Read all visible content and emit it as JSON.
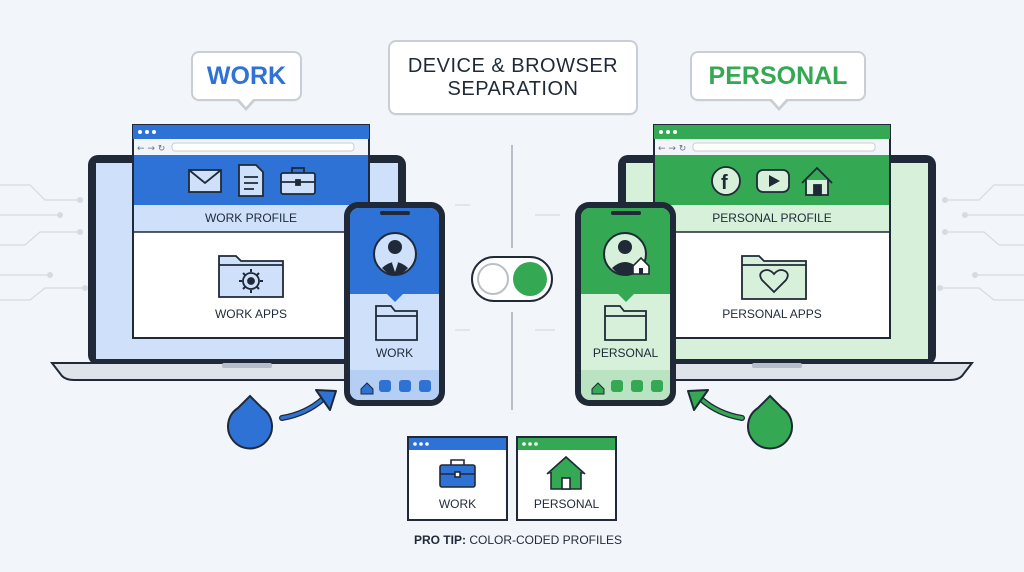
{
  "title": {
    "line1": "DEVICE & BROWSER",
    "line2": "SEPARATION"
  },
  "work": {
    "heading": "WORK",
    "profile_label": "WORK PROFILE",
    "apps_label": "WORK APPS",
    "phone_label": "WORK",
    "accent": "#2f72d6"
  },
  "personal": {
    "heading": "PERSONAL",
    "profile_label": "PERSONAL PROFILE",
    "apps_label": "PERSONAL APPS",
    "phone_label": "PERSONAL",
    "accent": "#35a853"
  },
  "tip": {
    "work_card_label": "WORK",
    "personal_card_label": "PERSONAL",
    "bold": "PRO TIP:",
    "text": " COLOR-CODED PROFILES"
  },
  "icons": {
    "work_browser": [
      "mail-icon",
      "document-icon",
      "briefcase-icon"
    ],
    "personal_browser": [
      "facebook-icon",
      "youtube-icon",
      "home-icon"
    ]
  }
}
